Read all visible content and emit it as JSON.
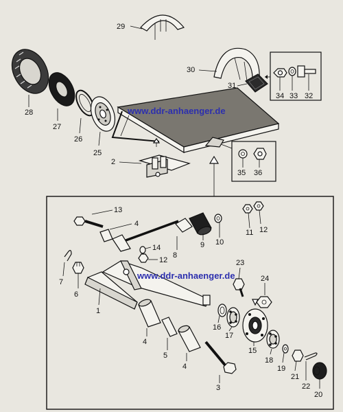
{
  "diagram": {
    "watermark": "www.ddr-anhaenger.de",
    "labels": {
      "p1": "1",
      "p2": "2",
      "p3": "3",
      "p4a": "4",
      "p4b": "4",
      "p4c": "4",
      "p5": "5",
      "p6": "6",
      "p7": "7",
      "p8": "8",
      "p9": "9",
      "p10": "10",
      "p11": "11",
      "p12a": "12",
      "p12b": "12",
      "p13": "13",
      "p14": "14",
      "p15": "15",
      "p16": "16",
      "p17": "17",
      "p18": "18",
      "p19": "19",
      "p20": "20",
      "p21": "21",
      "p22": "22",
      "p23": "23",
      "p24": "24",
      "p25": "25",
      "p26": "26",
      "p27": "27",
      "p28": "28",
      "p29": "29",
      "p30": "30",
      "p31": "31",
      "p32": "32",
      "p33": "33",
      "p34": "34",
      "p35": "35",
      "p36": "36"
    },
    "colors": {
      "paper": "#e9e7e0",
      "ink": "#111111",
      "watermark": "#2c2fae",
      "platform": "#7a7770"
    }
  }
}
